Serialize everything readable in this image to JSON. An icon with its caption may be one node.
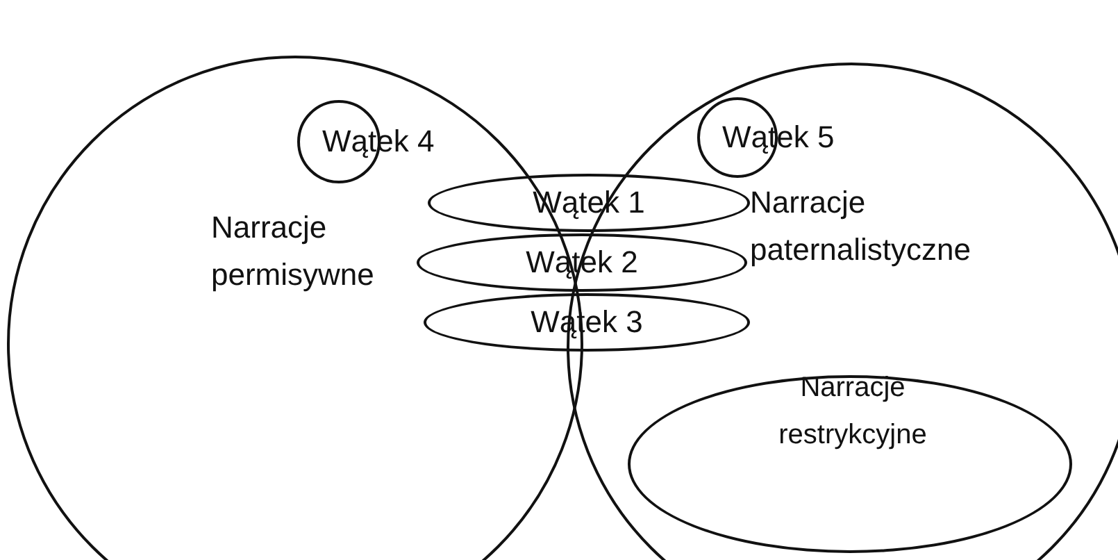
{
  "diagram": {
    "nodes": [
      {
        "text": [
          "Narracje permisywne"
        ]
      },
      {
        "text": [
          "Wątek 4"
        ],
        "in": 0
      },
      {
        "text": [
          "Narracje paternalistyczne"
        ]
      },
      {
        "text": [
          "Wątek 5"
        ],
        "in": 2
      },
      {
        "text": [
          "Wątek 1"
        ]
      },
      {
        "text": [
          "Wątek 2"
        ]
      },
      {
        "text": [
          "Wątek 3"
        ]
      },
      {
        "text": [
          "Narracje restrykcyjne"
        ],
        "in": 2
      }
    ],
    "edges": []
  }
}
